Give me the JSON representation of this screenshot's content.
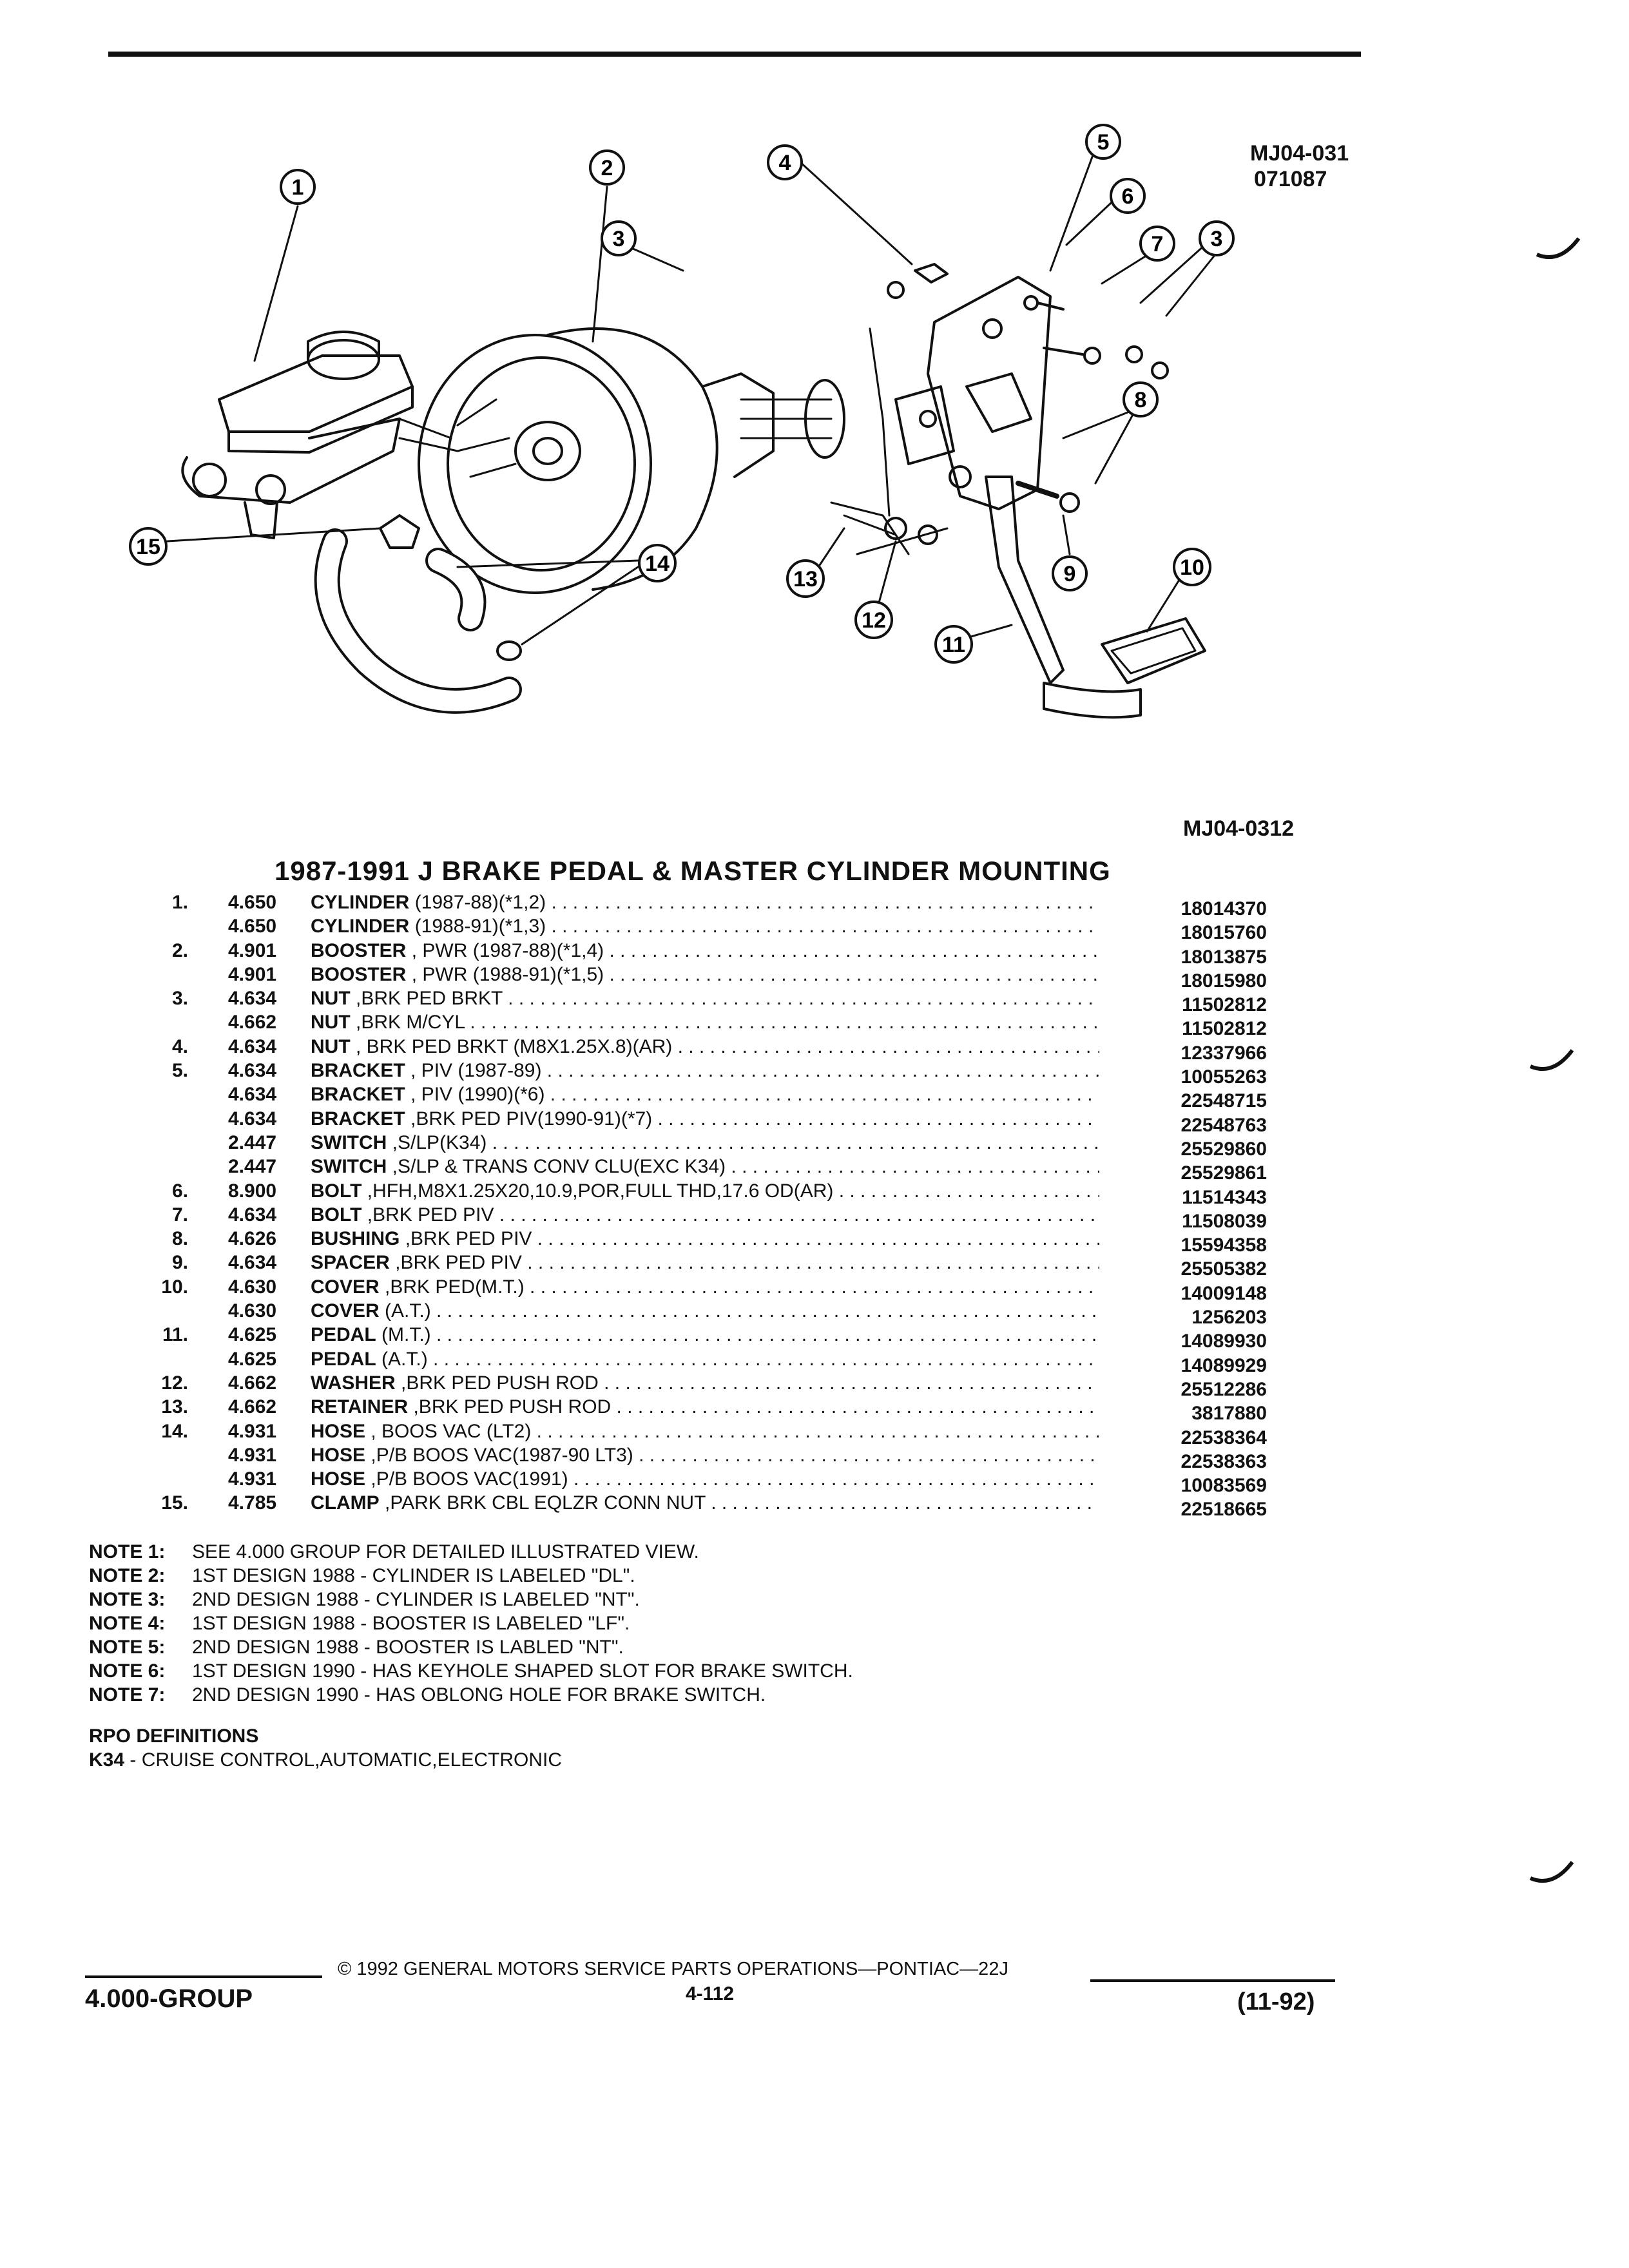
{
  "header": {
    "fig_code_1": "MJ04-031",
    "fig_code_2": "071087",
    "fig_code_3": "MJ04-0312"
  },
  "title": "1987-1991 J BRAKE PEDAL & MASTER CYLINDER MOUNTING",
  "callouts": [
    "1",
    "2",
    "3",
    "4",
    "5",
    "6",
    "7",
    "3",
    "8",
    "9",
    "10",
    "11",
    "12",
    "13",
    "14",
    "15"
  ],
  "parts": [
    {
      "idx": "1.",
      "group": "4.650",
      "name": "CYLINDER",
      "detail": "(1987-88)(*1,2)",
      "pn": "18014370"
    },
    {
      "idx": "",
      "group": "4.650",
      "name": "CYLINDER",
      "detail": "(1988-91)(*1,3)",
      "pn": "18015760"
    },
    {
      "idx": "2.",
      "group": "4.901",
      "name": "BOOSTER",
      "detail": ", PWR (1987-88)(*1,4)",
      "pn": "18013875"
    },
    {
      "idx": "",
      "group": "4.901",
      "name": "BOOSTER",
      "detail": ", PWR (1988-91)(*1,5)",
      "pn": "18015980"
    },
    {
      "idx": "3.",
      "group": "4.634",
      "name": "NUT",
      "detail": ",BRK PED BRKT",
      "pn": "11502812"
    },
    {
      "idx": "",
      "group": "4.662",
      "name": "NUT",
      "detail": ",BRK M/CYL",
      "pn": "11502812"
    },
    {
      "idx": "4.",
      "group": "4.634",
      "name": "NUT",
      "detail": ", BRK PED BRKT (M8X1.25X.8)(AR)",
      "pn": "12337966"
    },
    {
      "idx": "5.",
      "group": "4.634",
      "name": "BRACKET",
      "detail": ", PIV (1987-89)",
      "pn": "10055263"
    },
    {
      "idx": "",
      "group": "4.634",
      "name": "BRACKET",
      "detail": ", PIV (1990)(*6)",
      "pn": "22548715"
    },
    {
      "idx": "",
      "group": "4.634",
      "name": "BRACKET",
      "detail": ",BRK PED PIV(1990-91)(*7)",
      "pn": "22548763"
    },
    {
      "idx": "",
      "group": "2.447",
      "name": "SWITCH",
      "detail": ",S/LP(K34)",
      "pn": "25529860"
    },
    {
      "idx": "",
      "group": "2.447",
      "name": "SWITCH",
      "detail": ",S/LP & TRANS CONV CLU(EXC K34)",
      "pn": "25529861"
    },
    {
      "idx": "6.",
      "group": "8.900",
      "name": "BOLT",
      "detail": ",HFH,M8X1.25X20,10.9,POR,FULL THD,17.6 OD(AR)",
      "pn": "11514343"
    },
    {
      "idx": "7.",
      "group": "4.634",
      "name": "BOLT",
      "detail": ",BRK PED PIV",
      "pn": "11508039"
    },
    {
      "idx": "8.",
      "group": "4.626",
      "name": "BUSHING",
      "detail": ",BRK PED PIV",
      "pn": "15594358"
    },
    {
      "idx": "9.",
      "group": "4.634",
      "name": "SPACER",
      "detail": ",BRK PED PIV",
      "pn": "25505382"
    },
    {
      "idx": "10.",
      "group": "4.630",
      "name": "COVER",
      "detail": ",BRK PED(M.T.)",
      "pn": "14009148"
    },
    {
      "idx": "",
      "group": "4.630",
      "name": "COVER",
      "detail": "(A.T.)",
      "pn": "1256203"
    },
    {
      "idx": "11.",
      "group": "4.625",
      "name": "PEDAL",
      "detail": "(M.T.)",
      "pn": "14089930"
    },
    {
      "idx": "",
      "group": "4.625",
      "name": "PEDAL",
      "detail": "(A.T.)",
      "pn": "14089929"
    },
    {
      "idx": "12.",
      "group": "4.662",
      "name": "WASHER",
      "detail": ",BRK PED PUSH ROD",
      "pn": "25512286"
    },
    {
      "idx": "13.",
      "group": "4.662",
      "name": "RETAINER",
      "detail": ",BRK PED PUSH ROD",
      "pn": "3817880"
    },
    {
      "idx": "14.",
      "group": "4.931",
      "name": "HOSE",
      "detail": ", BOOS VAC (LT2)",
      "pn": "22538364"
    },
    {
      "idx": "",
      "group": "4.931",
      "name": "HOSE",
      "detail": ",P/B BOOS VAC(1987-90 LT3)",
      "pn": "22538363"
    },
    {
      "idx": "",
      "group": "4.931",
      "name": "HOSE",
      "detail": ",P/B BOOS VAC(1991)",
      "pn": "10083569"
    },
    {
      "idx": "15.",
      "group": "4.785",
      "name": "CLAMP",
      "detail": ",PARK BRK CBL EQLZR CONN NUT",
      "pn": "22518665"
    }
  ],
  "notes": [
    {
      "label": "NOTE  1:",
      "text": "SEE 4.000 GROUP FOR DETAILED ILLUSTRATED VIEW."
    },
    {
      "label": "NOTE  2:",
      "text": "1ST DESIGN 1988 - CYLINDER IS LABELED \"DL\"."
    },
    {
      "label": "NOTE  3:",
      "text": "2ND DESIGN 1988 - CYLINDER IS LABELED \"NT\"."
    },
    {
      "label": "NOTE  4:",
      "text": "1ST DESIGN 1988 - BOOSTER IS LABELED \"LF\"."
    },
    {
      "label": "NOTE  5:",
      "text": "2ND DESIGN 1988 - BOOSTER IS LABLED \"NT\"."
    },
    {
      "label": "NOTE  6:",
      "text": "1ST DESIGN 1990 - HAS KEYHOLE SHAPED SLOT FOR BRAKE SWITCH."
    },
    {
      "label": "NOTE  7:",
      "text": "2ND DESIGN 1990 - HAS OBLONG HOLE FOR BRAKE SWITCH."
    }
  ],
  "rpo": {
    "heading": "RPO DEFINITIONS",
    "code": "K34",
    "text": " - CRUISE CONTROL,AUTOMATIC,ELECTRONIC"
  },
  "footer": {
    "group": "4.000-GROUP",
    "copyright": "© 1992 GENERAL MOTORS SERVICE PARTS OPERATIONS—PONTIAC—22J",
    "page": "4-112",
    "date": "(11-92)"
  }
}
